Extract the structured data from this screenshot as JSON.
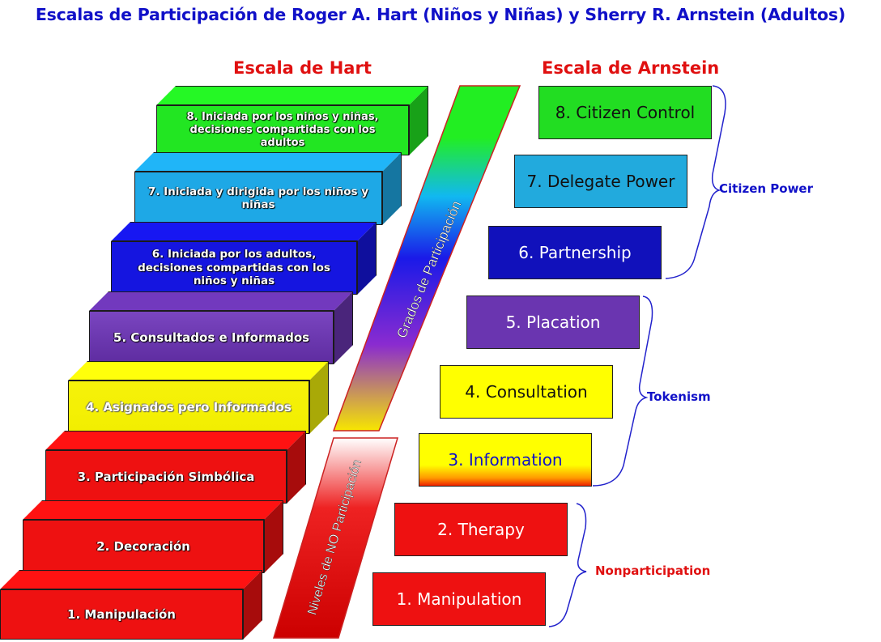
{
  "title": "Escalas de Participación de Roger A. Hart (Niños y Niñas) y Sherry R. Arnstein (Adultos)",
  "hart": {
    "heading": "Escala de Hart",
    "steps": [
      {
        "label": "8. Iniciada por los niños y niñas, decisiones compartidas con los adultos",
        "color": "#22e622"
      },
      {
        "label": "7. Iniciada y dirigida por los niños y niñas",
        "color": "#1ea8e6"
      },
      {
        "label": "6. Iniciada por los adultos, decisiones compartidas con los niños y niñas",
        "color": "#1515e0"
      },
      {
        "label": "5. Consultados e Informados",
        "color": "#6a35b0"
      },
      {
        "label": "4. Asignados pero Informados",
        "color": "#f2f20a"
      },
      {
        "label": "3. Participación Simbólica",
        "color": "#ee1111"
      },
      {
        "label": "2. Decoración",
        "color": "#ee1111"
      },
      {
        "label": "1. Manipulación",
        "color": "#ee1111"
      }
    ]
  },
  "bars": {
    "participation": "Grados de Participación",
    "non_participation": "Niveles de NO Participación"
  },
  "arnstein": {
    "heading": "Escala de Arnstein",
    "rungs": [
      {
        "label": "8. Citizen Control",
        "color": "#22dd22"
      },
      {
        "label": "7. Delegate Power",
        "color": "#22aadd"
      },
      {
        "label": "6. Partnership",
        "color": "#1111bb"
      },
      {
        "label": "5. Placation",
        "color": "#6a35b0"
      },
      {
        "label": "4. Consultation",
        "color": "#ffff00"
      },
      {
        "label": "3. Information",
        "color": "#ffff00"
      },
      {
        "label": "2. Therapy",
        "color": "#ee1111"
      },
      {
        "label": "1. Manipulation",
        "color": "#ee1111"
      }
    ],
    "groups": [
      {
        "label": "Citizen Power",
        "color": "#1010c8"
      },
      {
        "label": "Tokenism",
        "color": "#1010c8"
      },
      {
        "label": "Nonparticipation",
        "color": "#e01010"
      }
    ]
  }
}
